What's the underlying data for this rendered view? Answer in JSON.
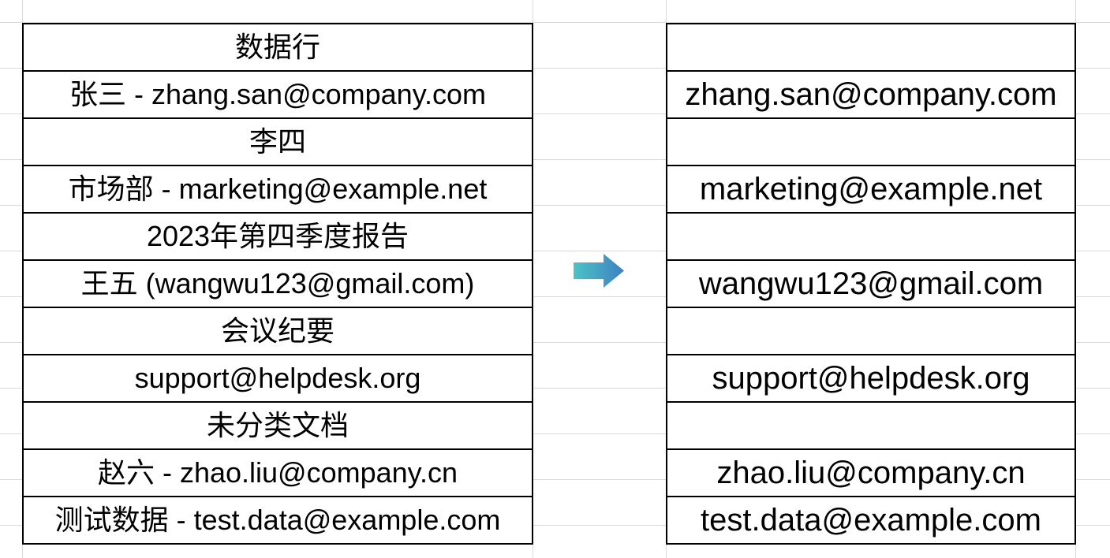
{
  "app": {
    "description": "spreadsheet-canvas-with-two-tables-and-arrow"
  },
  "colors": {
    "background": "#ffffff",
    "table_border": "#000000",
    "gridline": "#d9d9d9",
    "text": "#000000",
    "arrow_gradient_start": "#4cc4c6",
    "arrow_gradient_end": "#3e7fc2"
  },
  "left_table": {
    "rows": [
      "数据行",
      "张三 - zhang.san@company.com",
      "李四",
      "市场部 - marketing@example.net",
      "2023年第四季度报告",
      "王五 (wangwu123@gmail.com)",
      "会议纪要",
      "support@helpdesk.org",
      "未分类文档",
      "赵六 - zhao.liu@company.cn",
      "测试数据 - test.data@example.com"
    ]
  },
  "right_table": {
    "rows": [
      "",
      "zhang.san@company.com",
      "",
      "marketing@example.net",
      "",
      "wangwu123@gmail.com",
      "",
      "support@helpdesk.org",
      "",
      "zhao.liu@company.cn",
      "test.data@example.com"
    ]
  },
  "arrow": {
    "icon": "right-arrow-icon",
    "direction": "right"
  }
}
